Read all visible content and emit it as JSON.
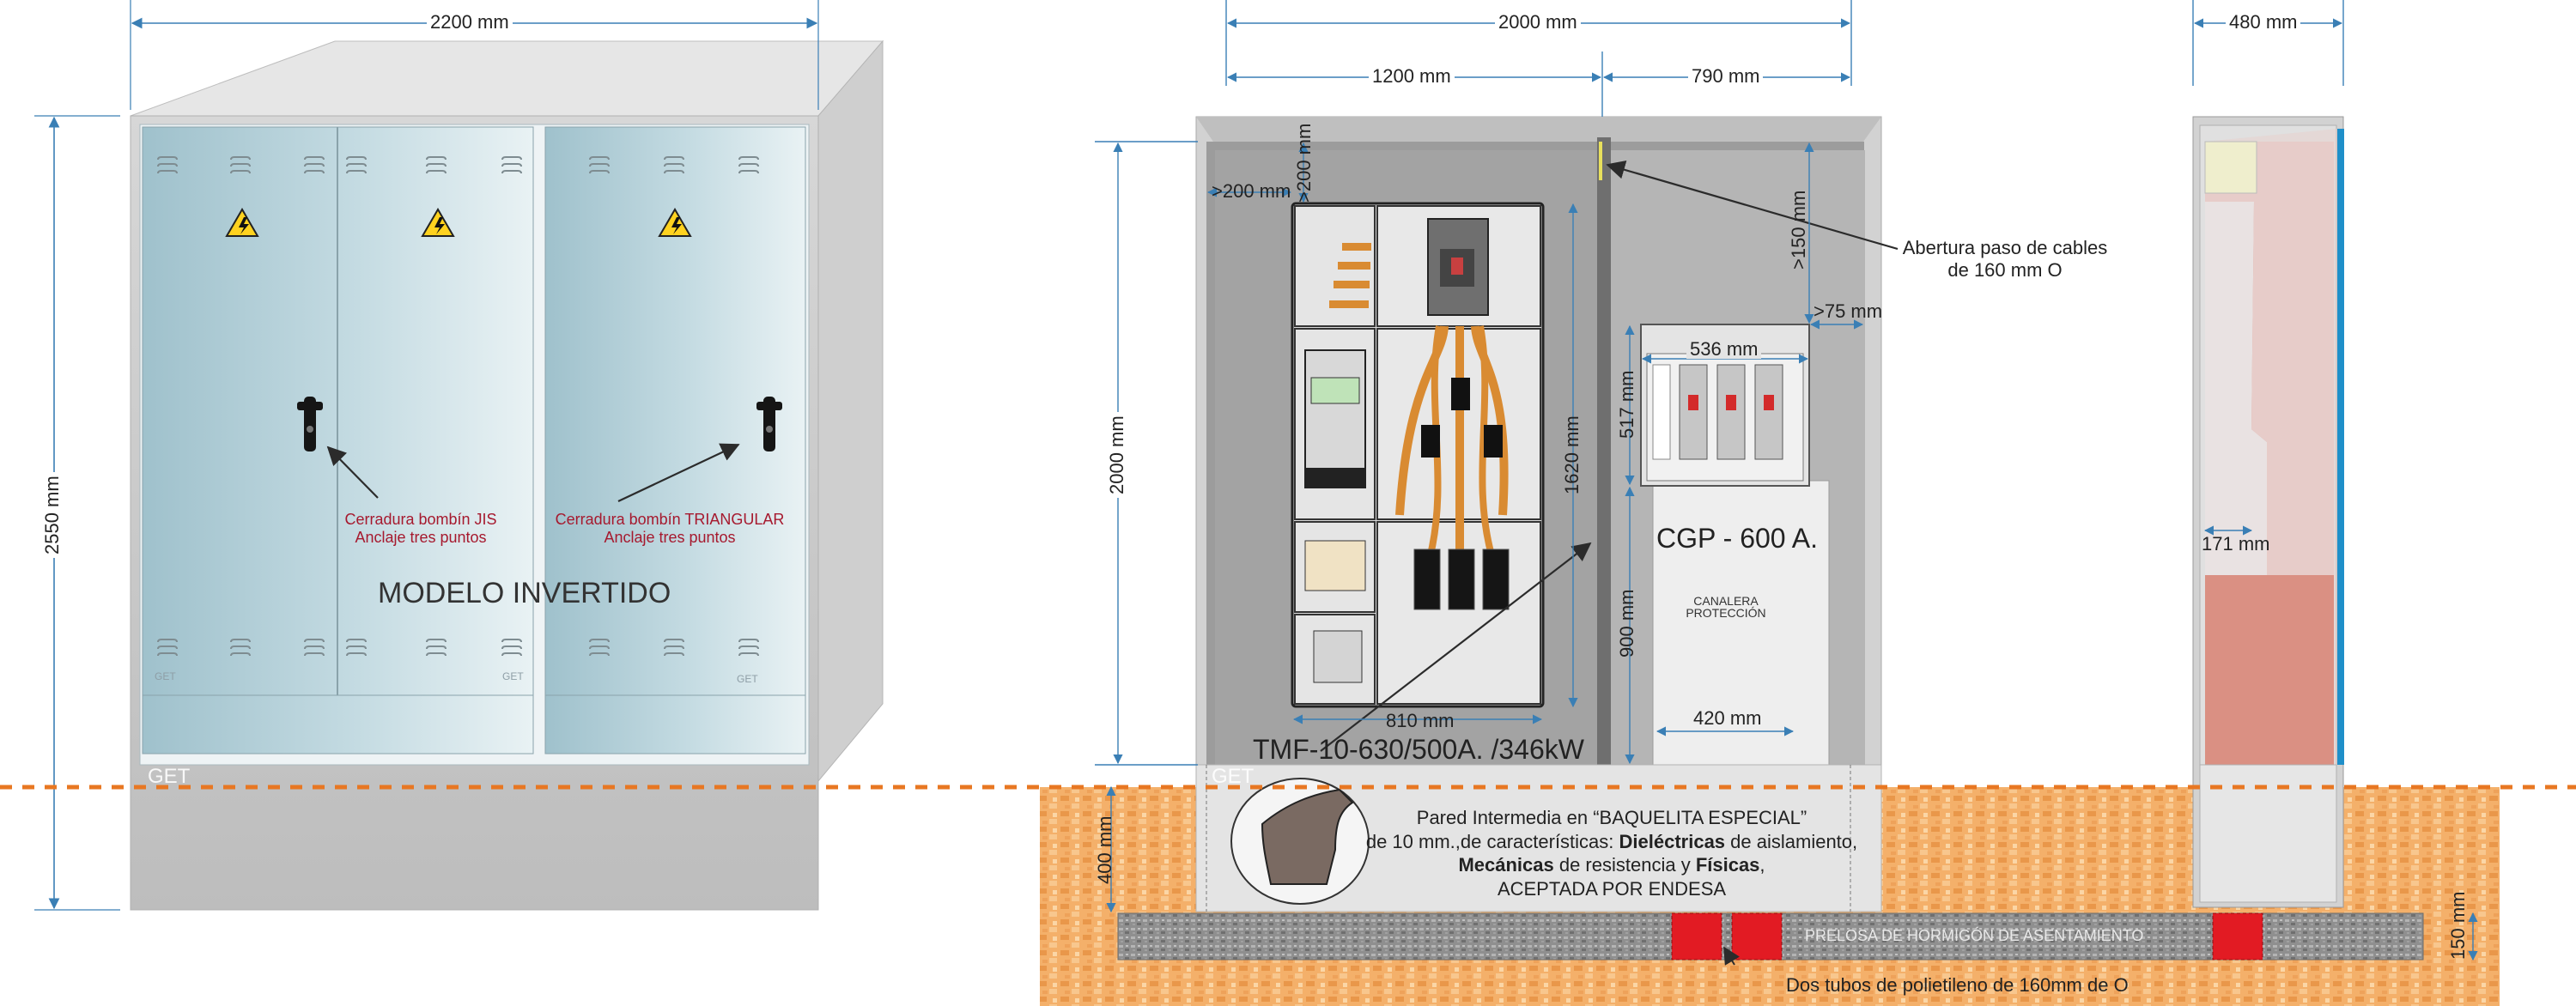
{
  "front_view": {
    "width_dim": "2200 mm",
    "height_dim": "2550 mm",
    "model_label": "MODELO INVERTIDO",
    "lock_left": "Cerradura bombín JIS\nAnclaje tres puntos",
    "lock_right": "Cerradura bombín TRIANGULAR\nAnclaje tres puntos",
    "get_label": "GET",
    "get_small": "GET",
    "warning_icon": "high-voltage-warning-icon"
  },
  "section_view": {
    "width_total": "2000 mm",
    "width_left": "1200 mm",
    "width_right": "790 mm",
    "height_inner": "2000 mm",
    "top_gap_v": ">200 mm",
    "left_gap_h": ">200 mm",
    "panel_height": "1620 mm",
    "panel_width": "810 mm",
    "opening_gap_v": ">150 mm",
    "side_gap_h": ">75 mm",
    "cgp_width": "536 mm",
    "cgp_height": "517 mm",
    "lower_height": "900 mm",
    "channel_width": "420 mm",
    "foundation_depth": "400 mm",
    "slab_thickness": "150 mm",
    "cgp_label": "CGP - 600 A.",
    "channel_label": "CANALERA\nPROTECCIÓN",
    "tmf_label": "TMF-10-630/500A. /346kW",
    "cable_opening_note": "Abertura paso de cables\nde 160 mm O",
    "wall_note": {
      "line1": "Pared Intermedia en “BAQUELITA ESPECIAL”",
      "line2_pre": "de 10 mm.,de características: ",
      "line2_bold": "Dieléctricas",
      "line2_post": " de aislamiento,",
      "line3_bold1": "Mecánicas",
      "line3_mid": " de resistencia y ",
      "line3_bold2": "Físicas",
      "line3_post": ",",
      "line4": "ACEPTADA POR ENDESA"
    },
    "slab_label": "PRELOSA DE HORMIGÓN DE ASENTAMIENTO",
    "tubes_note": "Dos tubos de polietileno de 160mm de O",
    "get_label": "GET"
  },
  "side_view": {
    "depth_dim": "480 mm",
    "inner_dim": "171 mm"
  },
  "colors": {
    "dimension_line": "#3a7fb5",
    "ground_line": "#e87722",
    "soil": "#f0a860",
    "enclosure_grey": "#c9c9c9",
    "door_teal": "#a9c8d2",
    "accent_blue": "#1f8fc9",
    "copper": "#d98b32",
    "tube_red": "#e21b23"
  }
}
